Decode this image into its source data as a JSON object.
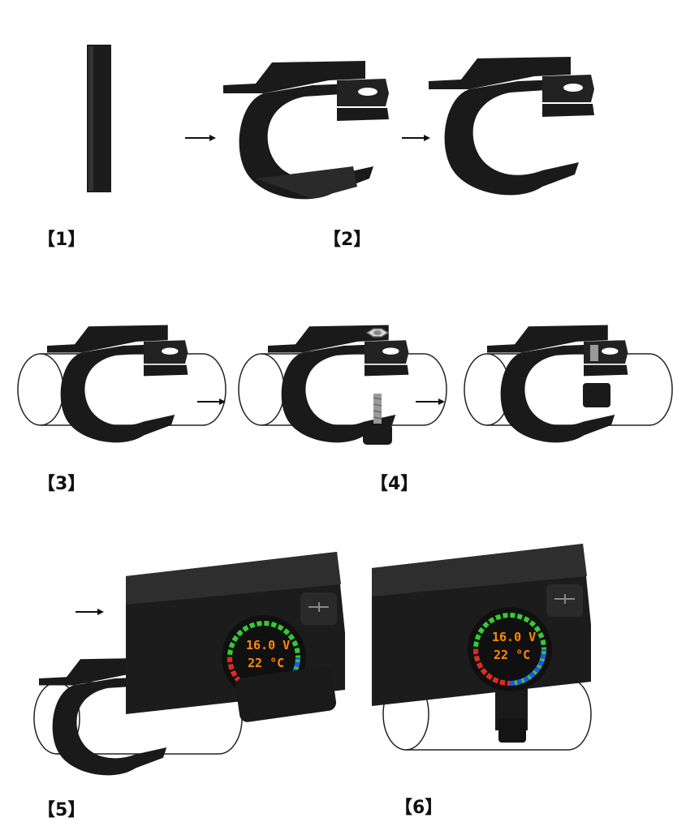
{
  "steps": [
    {
      "label": "【1】"
    },
    {
      "label": "【2】"
    },
    {
      "label": "【3】"
    },
    {
      "label": "【4】"
    },
    {
      "label": "【5】"
    },
    {
      "label": "【6】"
    }
  ],
  "display": {
    "voltage": "16.0 V",
    "temperature": "22 °C"
  },
  "colors": {
    "part": "#1a1a1a",
    "part_highlight": "#3a3a3a",
    "pipe_stroke": "#222222",
    "arrow": "#111111",
    "lcd_text": "#ff8a00"
  },
  "icons": [
    "pad-icon",
    "bracket-icon",
    "pipe-icon",
    "nut-icon",
    "bolt-icon",
    "charger-icon",
    "usb-icon",
    "arrow-icon"
  ]
}
